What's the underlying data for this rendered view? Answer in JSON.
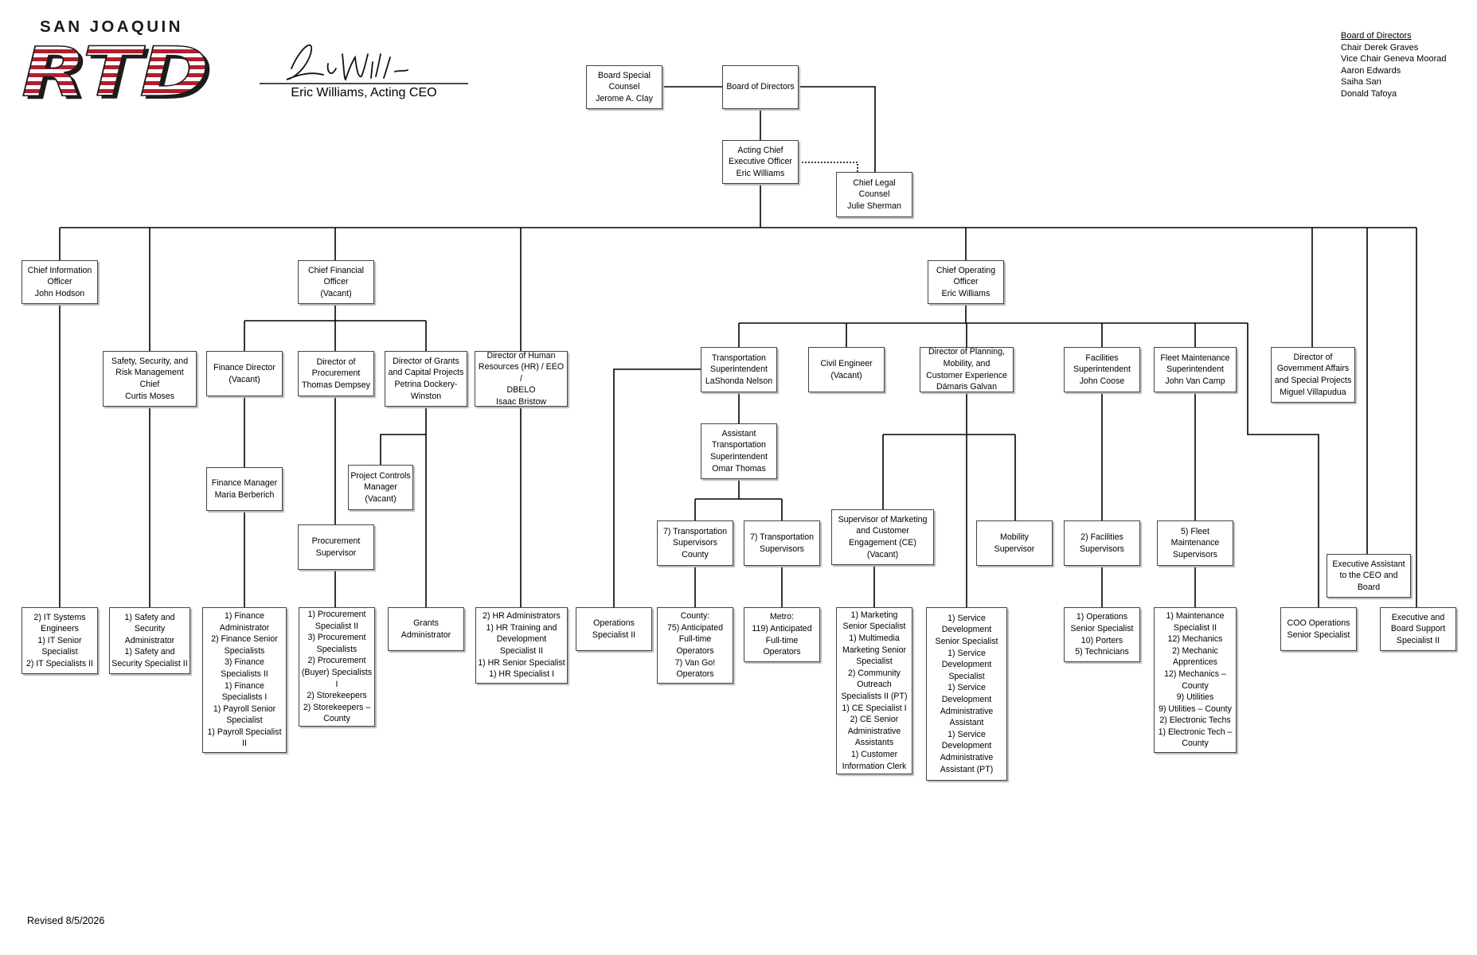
{
  "header": {
    "logo": {
      "top_text": "SAN JOAQUIN",
      "main_text": "RTD",
      "brand_red": "#b11e2e",
      "brand_dark": "#1c1c1c"
    },
    "ceo_caption": "Eric Williams, Acting CEO"
  },
  "board_list": {
    "title": "Board of Directors",
    "members": [
      "Chair Derek Graves",
      "Vice Chair Geneva Moorad",
      "Aaron Edwards",
      "Saiha San",
      "Donald Tafoya"
    ]
  },
  "revised": "Revised 8/5/2026",
  "boxes": {
    "board_special_counsel": "Board Special\nCounsel\nJerome A. Clay",
    "board_of_directors": "Board of Directors",
    "acting_ceo": "Acting Chief\nExecutive Officer\nEric Williams",
    "chief_legal_counsel": "Chief Legal\nCounsel\nJulie Sherman",
    "cio": "Chief Information\nOfficer\nJohn Hodson",
    "cfo": "Chief Financial\nOfficer\n(Vacant)",
    "coo": "Chief Operating\nOfficer\nEric Williams",
    "safety_chief": "Safety, Security, and\nRisk Management\nChief\nCurtis Moses",
    "finance_director": "Finance Director\n(Vacant)",
    "director_procurement": "Director of\nProcurement\nThomas Dempsey",
    "director_grants": "Director of Grants\nand Capital Projects\nPetrina Dockery-\nWinston",
    "director_hr": "Director of Human\nResources (HR) / EEO /\nDBELO\nIsaac Bristow",
    "transportation_superintendent": "Transportation\nSuperintendent\nLaShonda Nelson",
    "civil_engineer": "Civil Engineer\n(Vacant)",
    "director_planning": "Director of Planning,\nMobility, and\nCustomer Experience\nDámaris Galvan",
    "facilities_superintendent": "Facilities\nSuperintendent\nJohn Coose",
    "fleet_maintenance_superintendent": "Fleet Maintenance\nSuperintendent\nJohn Van Camp",
    "director_gov_affairs": "Director of\nGovernment Affairs\nand Special Projects\nMiguel Villapudua",
    "assistant_transportation_superintendent": "Assistant\nTransportation\nSuperintendent\nOmar Thomas",
    "finance_manager": "Finance Manager\nMaria Berberich",
    "project_controls_manager": "Project Controls\nManager\n(Vacant)",
    "procurement_supervisor": "Procurement\nSupervisor",
    "transportation_supervisors_county": "7) Transportation\nSupervisors\nCounty",
    "transportation_supervisors_metro": "7) Transportation\nSupervisors",
    "supervisor_marketing": "Supervisor of Marketing\nand Customer\nEngagement (CE)\n(Vacant)",
    "mobility_supervisor": "Mobility\nSupervisor",
    "facilities_supervisors": "2) Facilities\nSupervisors",
    "fleet_maintenance_supervisors": "5) Fleet\nMaintenance\nSupervisors",
    "executive_assistant": "Executive Assistant\nto the CEO and\nBoard",
    "it_staff": "2) IT Systems\nEngineers\n1) IT Senior\nSpecialist\n2) IT Specialists II",
    "safety_staff": "1) Safety and\nSecurity\nAdministrator\n1) Safety and\nSecurity Specialist II",
    "finance_staff": "1) Finance\nAdministrator\n2) Finance Senior\nSpecialists\n3) Finance\nSpecialists II\n1) Finance\nSpecialists I\n1) Payroll Senior\nSpecialist\n1) Payroll Specialist\nII",
    "procurement_staff": "1) Procurement\nSpecialist II\n3) Procurement\nSpecialists\n2) Procurement\n(Buyer) Specialists\nI\n2) Storekeepers\n2) Storekeepers –\nCounty",
    "grants_administrator": "Grants\nAdministrator",
    "hr_staff": "2) HR Administrators\n1) HR Training and\nDevelopment\nSpecialist II\n1) HR Senior Specialist\n1) HR Specialist I",
    "operations_specialist": "Operations\nSpecialist II",
    "county_operators": "County:\n75) Anticipated\nFull-time\nOperators\n7) Van Go!\nOperators",
    "metro_operators": "Metro:\n119) Anticipated\nFull-time\nOperators",
    "marketing_staff": "1) Marketing\nSenior Specialist\n1) Multimedia\nMarketing Senior\nSpecialist\n2) Community\nOutreach\nSpecialists II (PT)\n1) CE Specialist I\n2) CE Senior\nAdministrative\nAssistants\n1) Customer\nInformation Clerk",
    "service_development_staff": "1) Service\nDevelopment\nSenior Specialist\n1) Service\nDevelopment\nSpecialist\n1) Service\nDevelopment\nAdministrative\nAssistant\n1) Service\nDevelopment\nAdministrative\nAssistant (PT)",
    "facilities_staff": "1) Operations\nSenior Specialist\n10) Porters\n5) Technicians",
    "maintenance_staff": "1) Maintenance\nSpecialist II\n12) Mechanics\n2) Mechanic\nApprentices\n12) Mechanics –\nCounty\n9) Utilities\n9) Utilities – County\n2) Electronic Techs\n1) Electronic Tech –\nCounty",
    "coo_operations_specialist": "COO Operations\nSenior Specialist",
    "executive_board_support": "Executive and\nBoard Support\nSpecialist II"
  }
}
